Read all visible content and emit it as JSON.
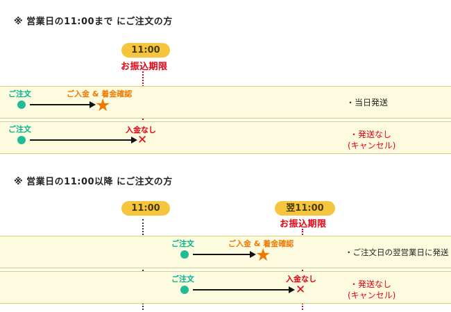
{
  "diagram": {
    "section_before": {
      "heading": "※ 営業日の11:00まで にご注文の方",
      "badge": "11:00",
      "deadline_label": "お振込期限",
      "paid_row": {
        "order_label": "ご注文",
        "event_label": "ご入金 & 着金確認",
        "result": "・当日発送"
      },
      "unpaid_row": {
        "order_label": "ご注文",
        "event_label": "入金なし",
        "result": "・発送なし",
        "result_note": "(キャンセル)"
      }
    },
    "section_after": {
      "heading": "※ 営業日の11:00以降 にご注文の方",
      "badge_noon": "11:00",
      "badge_next": "翌11:00",
      "deadline_label": "お振込期限",
      "paid_row": {
        "order_label": "ご注文",
        "event_label": "ご入金 & 着金確認",
        "result": "・ご注文日の翌営業日に発送"
      },
      "unpaid_row": {
        "order_label": "ご注文",
        "event_label": "入金なし",
        "result": "・発送なし",
        "result_note": "(キャンセル)"
      }
    },
    "icons": {
      "star": "★",
      "cross": "✕"
    },
    "colors": {
      "teal": "#1fbc96",
      "orange": "#f07800",
      "red": "#e60012",
      "badge_bg": "#f5c53d",
      "band_bg": "#fcfbdf",
      "band_border": "#d9d07c"
    }
  }
}
